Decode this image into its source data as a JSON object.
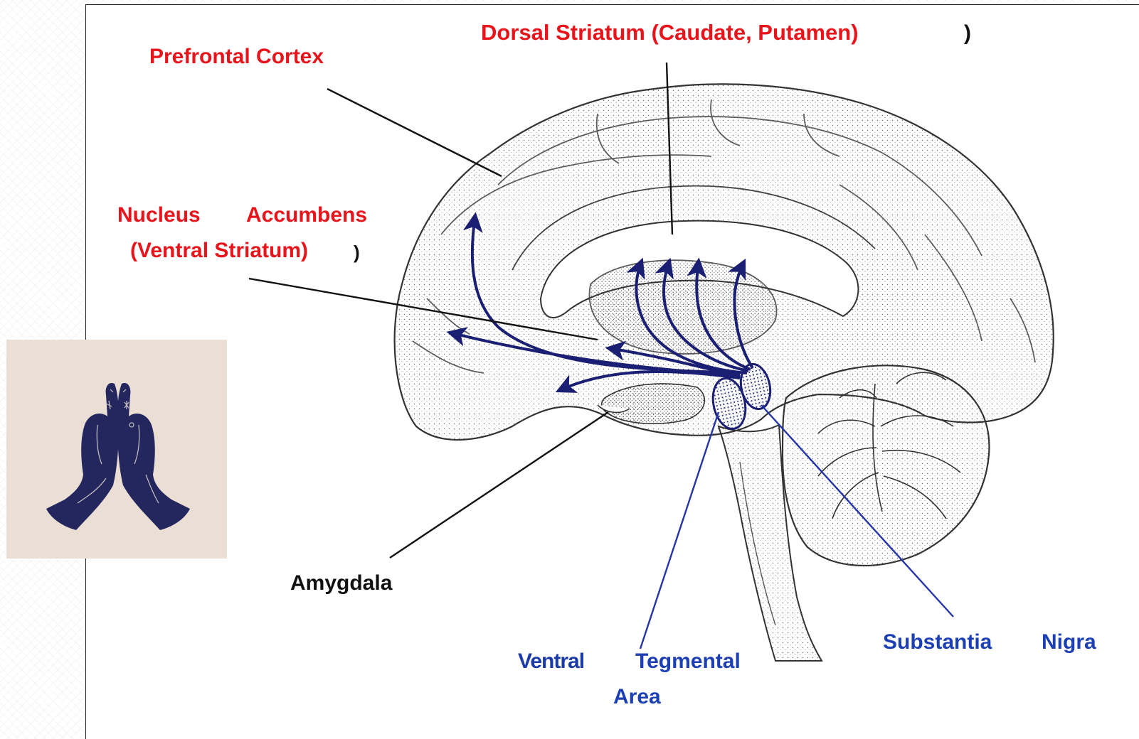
{
  "labels": {
    "dorsal_striatum": "Dorsal Striatum (Caudate, Putamen)",
    "dorsal_paren": ")",
    "prefrontal_cortex": "Prefrontal Cortex",
    "nucleus": "Nucleus",
    "accumbens": "Accumbens",
    "ventral_striatum": "(Ventral Striatum)",
    "ventral_paren": ")",
    "amygdala": "Amygdala",
    "vta_ventral": "Ventral",
    "vta_tegmental": "Tegmental",
    "vta_area": "Area",
    "substantia": "Substantia",
    "nigra": "Nigra"
  },
  "colors": {
    "label_red": "#e8141b",
    "label_blue": "#1c3fb4",
    "pathway": "#1b1f73",
    "photo_bg": "#eaded5",
    "hands": "#23275e"
  },
  "icons": {
    "photo": "praying-hands-icon"
  }
}
